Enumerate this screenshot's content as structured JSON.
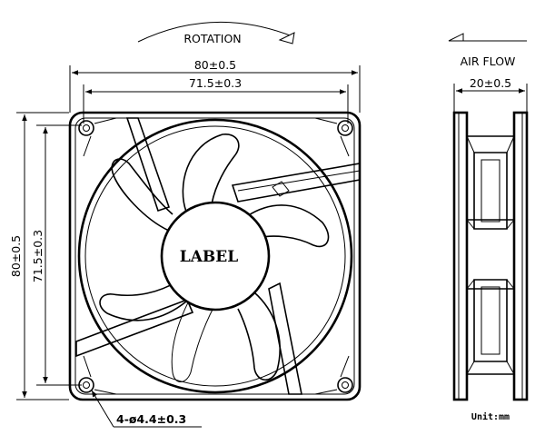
{
  "labels": {
    "rotation": "ROTATION",
    "air_flow": "AIR FLOW",
    "hub_label": "LABEL",
    "unit": "Unit:mm"
  },
  "dimensions": {
    "outer_width": "80±0.5",
    "hole_spacing_h": "71.5±0.3",
    "outer_height": "80±0.5",
    "hole_spacing_v": "71.5±0.3",
    "thickness": "20±0.5",
    "mounting_holes": "4-ø4.4±0.3"
  }
}
